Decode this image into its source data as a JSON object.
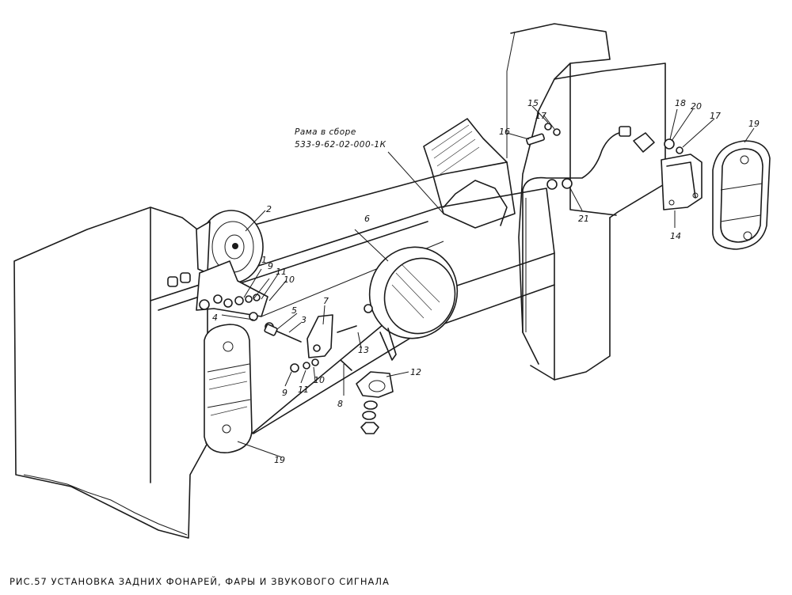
{
  "figure": {
    "caption": "РИС.57 УСТАНОВКА ЗАДНИХ ФОНАРЕЙ, ФАРЫ И ЗВУКОВОГО СИГНАЛА",
    "frame_label": {
      "line1": "Рама в сборе",
      "line2": "533-9-62-02-000-1К"
    },
    "callouts": {
      "c1": "1",
      "c2": "2",
      "c3": "3",
      "c4": "4",
      "c5": "5",
      "c6": "6",
      "c7": "7",
      "c8": "8",
      "c9a": "9",
      "c9b": "9",
      "c10a": "10",
      "c10b": "10",
      "c11a": "11",
      "c11b": "11",
      "c12": "12",
      "c13": "13",
      "c14": "14",
      "c15": "15",
      "c16": "16",
      "c17a": "17",
      "c17b": "17",
      "c18": "18",
      "c19a": "19",
      "c19b": "19",
      "c20": "20",
      "c21": "21"
    }
  }
}
